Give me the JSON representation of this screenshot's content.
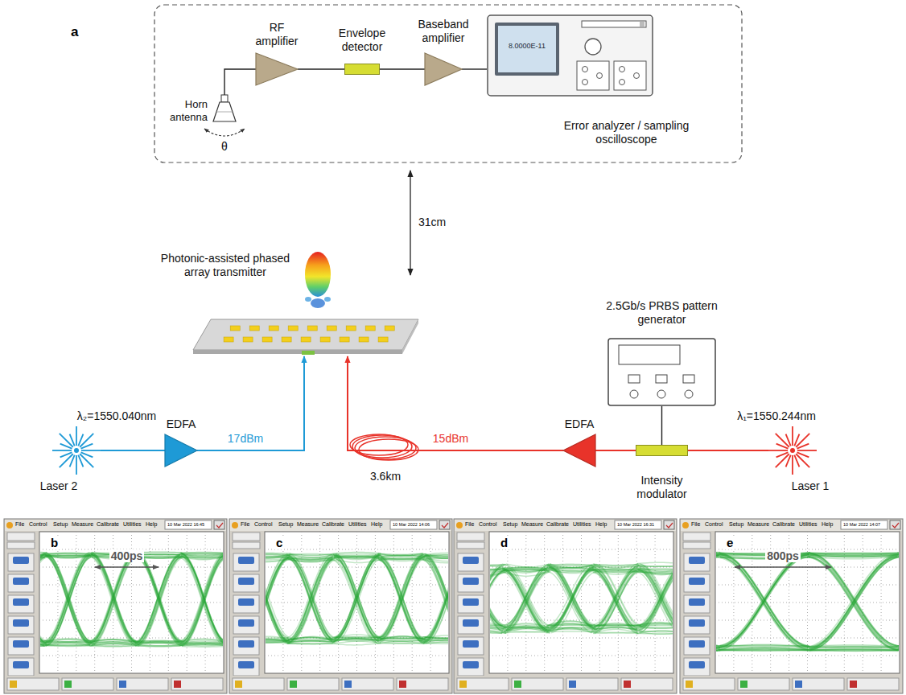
{
  "diagram": {
    "nodes": [
      {
        "text": [
          "Horn antenna"
        ]
      },
      {
        "text": [
          "RF amplifier"
        ]
      },
      {
        "text": [
          "Envelope detector"
        ]
      },
      {
        "text": [
          "Baseband amplifier"
        ]
      },
      {
        "text": [
          "Error analyzer / sampling oscilloscope"
        ]
      },
      {
        "text": [
          "2.5Gb/s PRBS pattern generator"
        ]
      },
      {
        "text": [
          "Photonic-assisted phased array transmitter"
        ]
      },
      {
        "text": [
          "λ₂=1550.040nm",
          "Laser 2"
        ]
      },
      {
        "text": [
          "EDFA"
        ]
      },
      {
        "text": [
          "Intensity modulator"
        ]
      },
      {
        "text": [
          "EDFA"
        ]
      },
      {
        "text": [
          "λ₁=1550.244nm",
          "Laser 1"
        ]
      }
    ],
    "edges": [
      {
        "from": 0,
        "to": 1,
        "arrow": "none"
      },
      {
        "from": 1,
        "to": 2,
        "arrow": "none"
      },
      {
        "from": 2,
        "to": 3,
        "arrow": "none"
      },
      {
        "from": 3,
        "to": 4,
        "arrow": "none"
      },
      {
        "from": 5,
        "to": 9,
        "arrow": "none"
      },
      {
        "from": 11,
        "to": 9,
        "arrow": "none"
      },
      {
        "from": 9,
        "to": 10,
        "arrow": "none"
      },
      {
        "from": 10,
        "to": 6,
        "label": "15dBm",
        "arrow": "to"
      },
      {
        "from": 7,
        "to": 8,
        "arrow": "none"
      },
      {
        "from": 8,
        "to": 6,
        "label": "17dBm",
        "arrow": "to"
      }
    ],
    "labels": [
      "a",
      "θ",
      "8.0000E-11",
      "31cm",
      "3.6km",
      "File",
      "Control",
      "Setup",
      "Measure",
      "Calibrate",
      "Utilities",
      "Help",
      "10 Mar 2022 16:45",
      "b",
      "400ps",
      "File",
      "Control",
      "Setup",
      "Measure",
      "Calibrate",
      "Utilities",
      "Help",
      "10 Mar 2022 14:06",
      "c",
      "File",
      "Control",
      "Setup",
      "Measure",
      "Calibrate",
      "Utilities",
      "Help",
      "10 Mar 2022 16:31",
      "d",
      "File",
      "Control",
      "Setup",
      "Measure",
      "Calibrate",
      "Utilities",
      "Help",
      "10 Mar 2022 14:07",
      "e",
      "800ps"
    ]
  }
}
